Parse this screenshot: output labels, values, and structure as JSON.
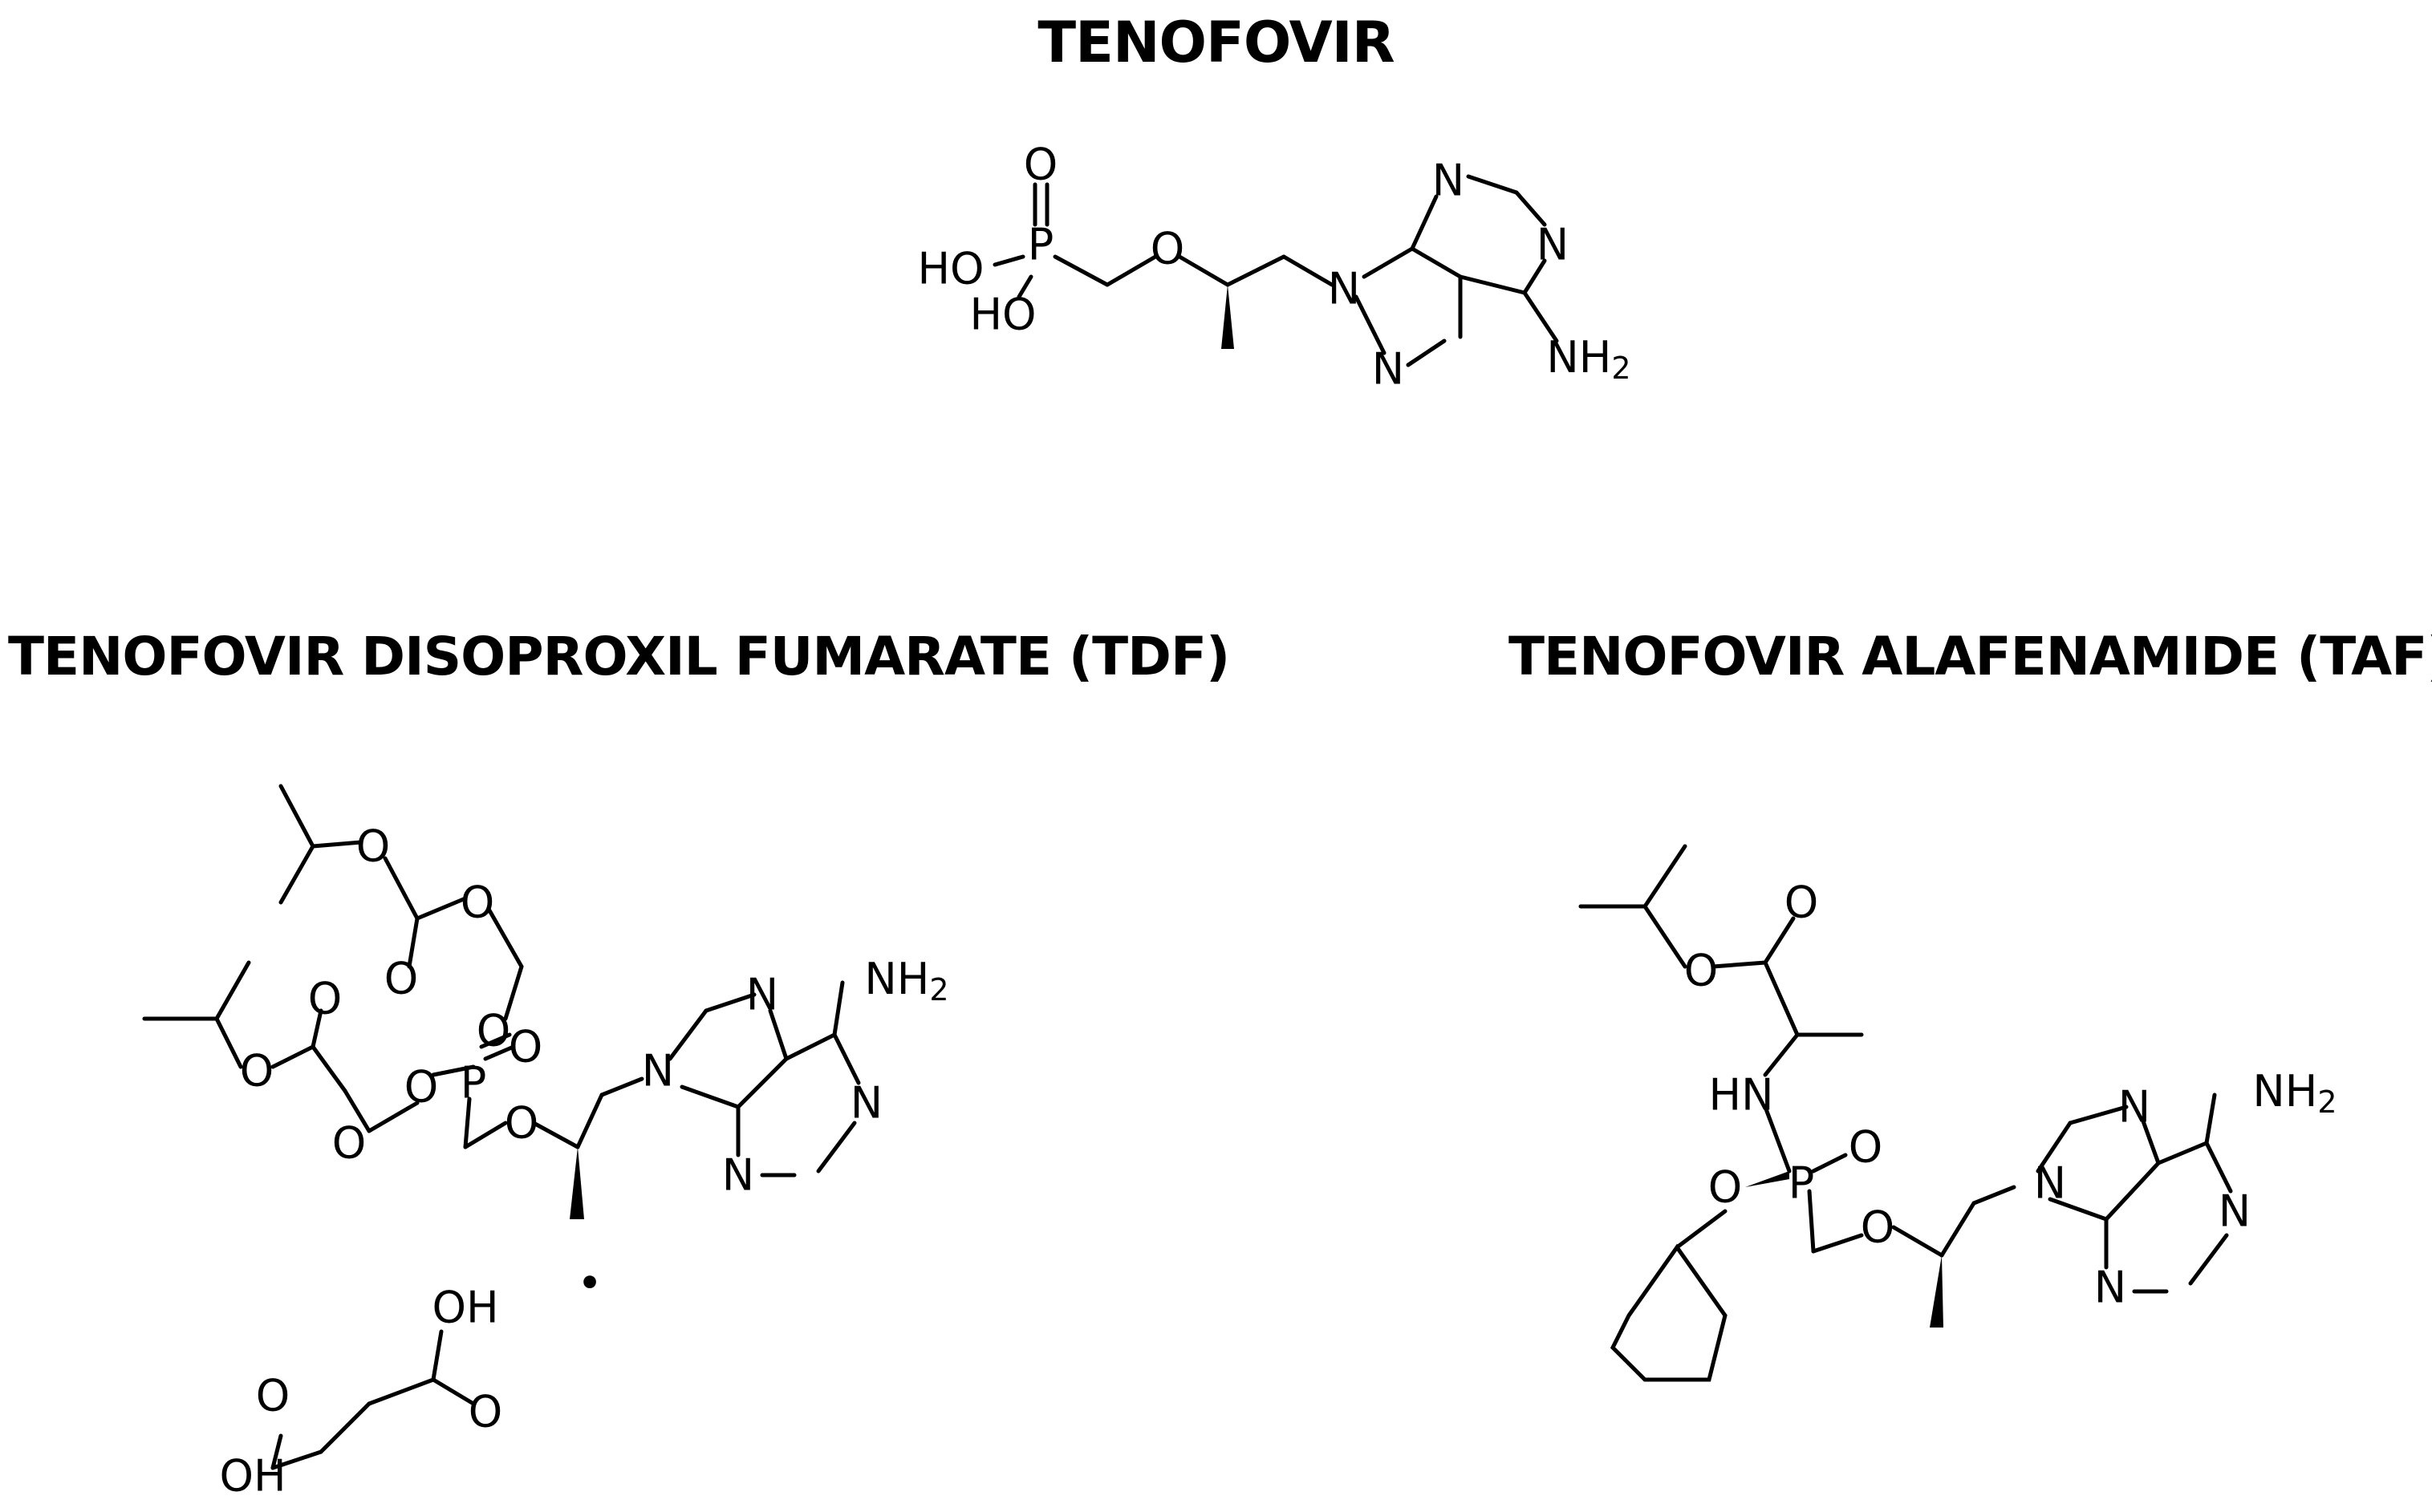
{
  "titles": {
    "tenofovir": "TENOFOVIR",
    "tdf": "TENOFOVIR DISOPROXIL FUMARATE (TDF)",
    "taf": "TENOFOVIR ALAFENAMIDE (TAF)"
  },
  "atom_labels": {
    "O": "O",
    "P": "P",
    "N": "N",
    "HO": "HO",
    "OH": "OH",
    "NH2": "NH",
    "NH2_sub": "2",
    "HN": "HN",
    "dot": "•"
  }
}
